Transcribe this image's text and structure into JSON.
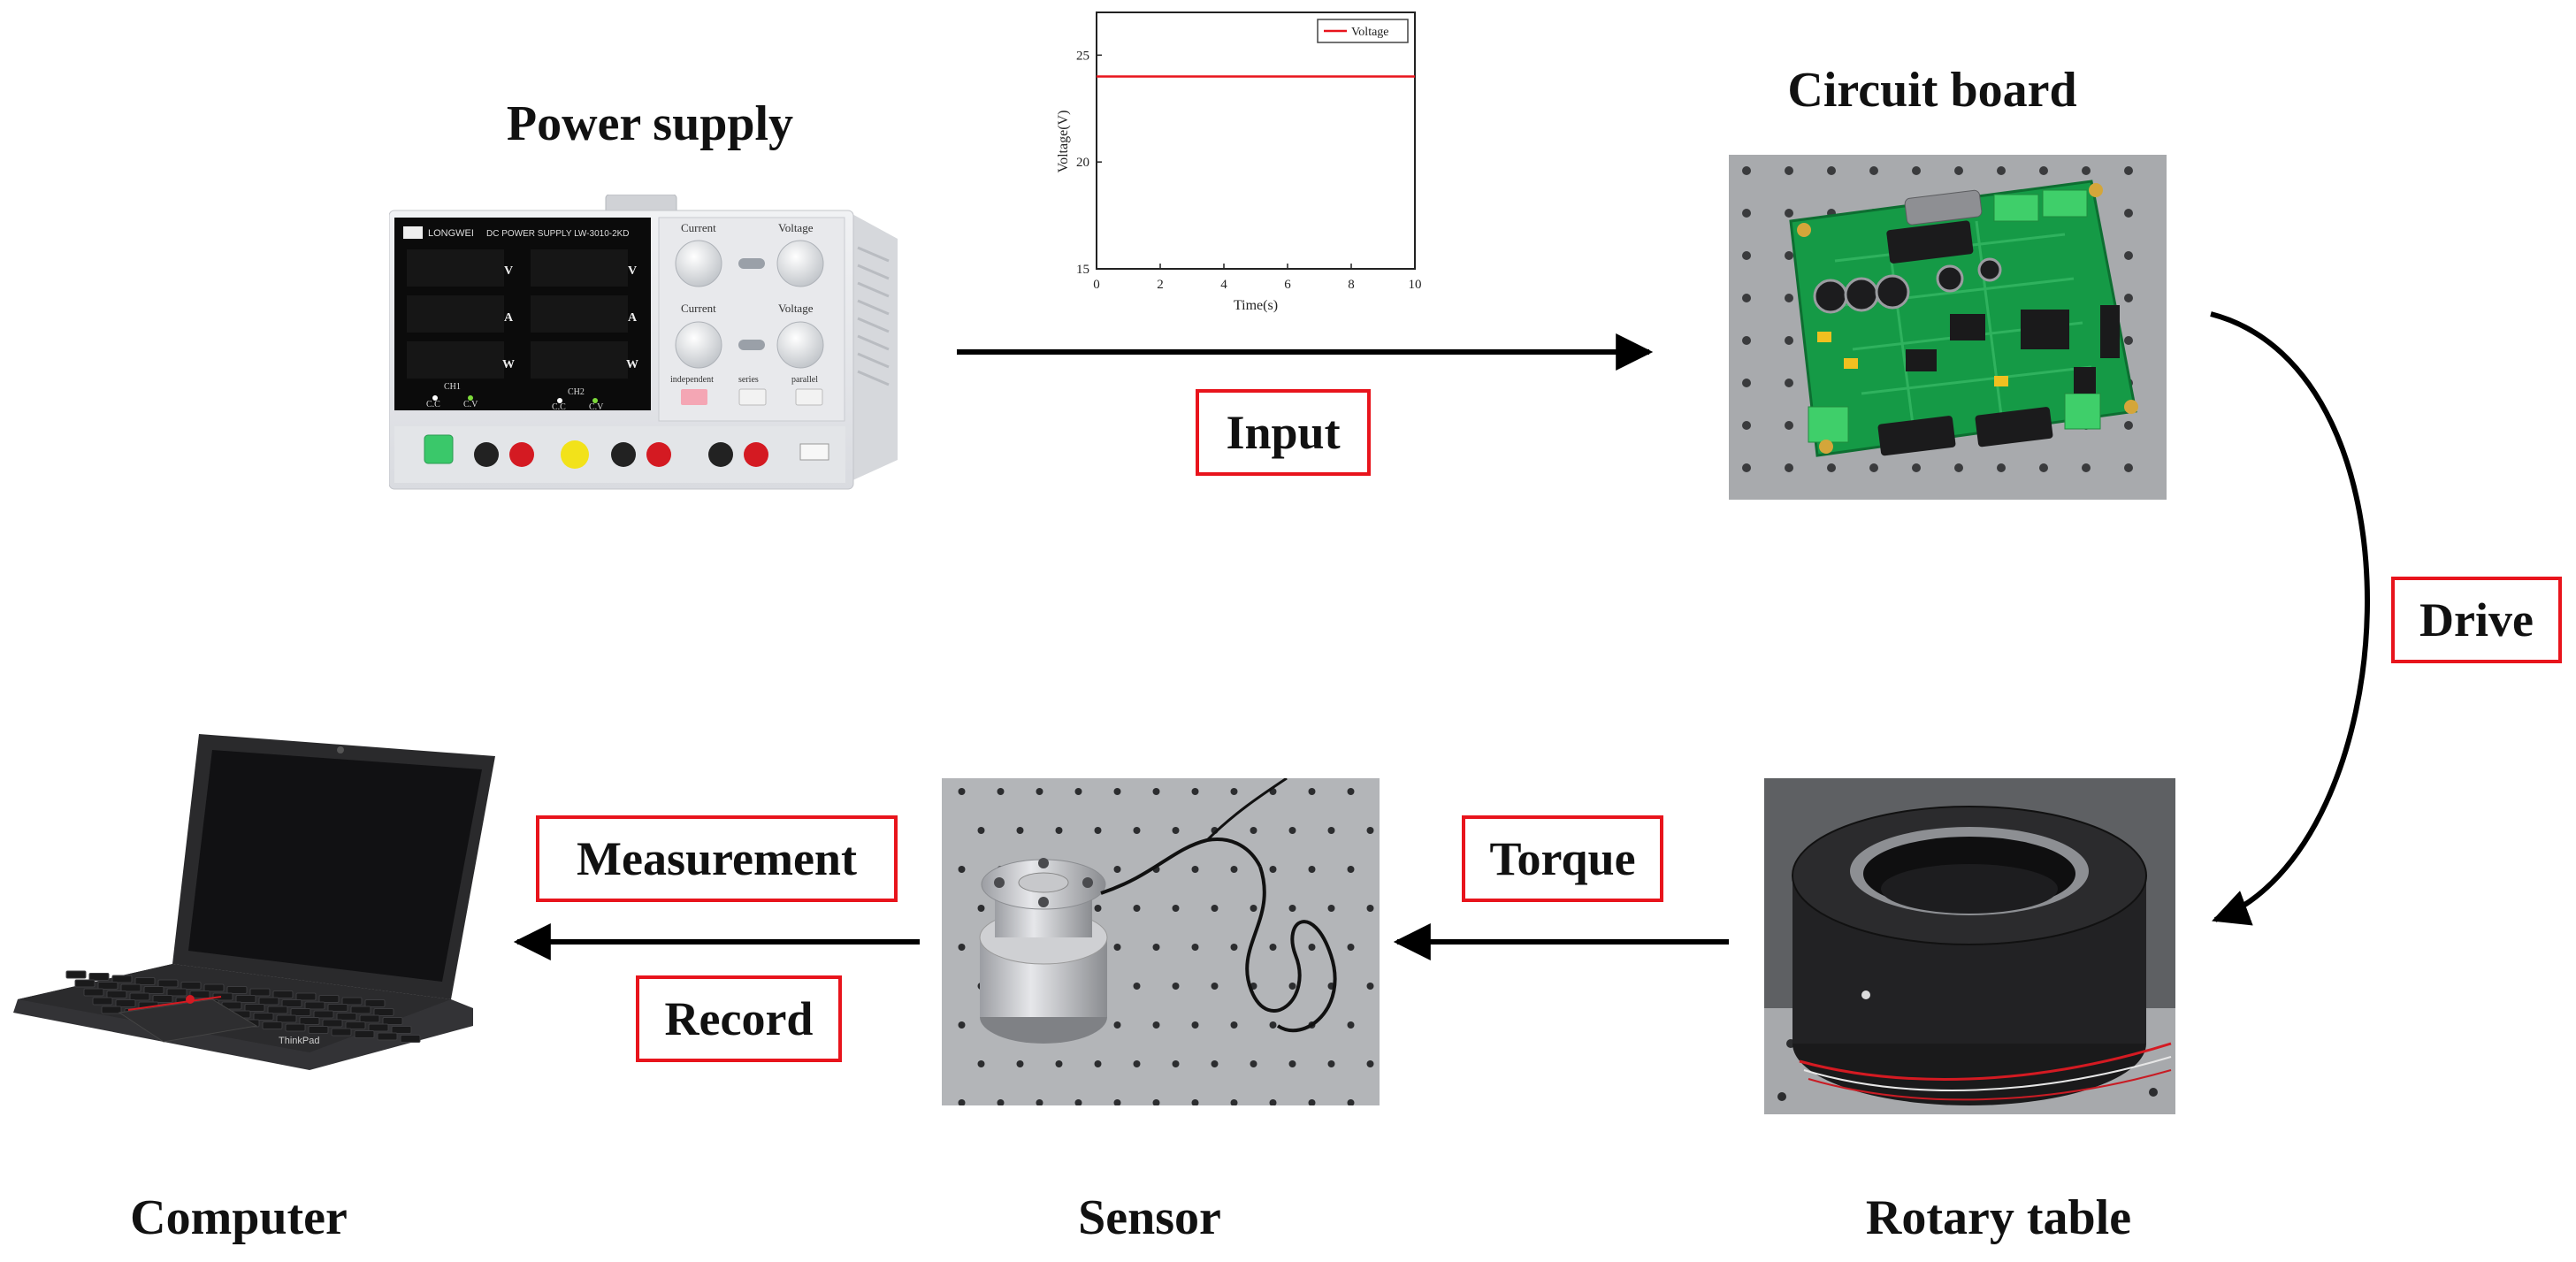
{
  "titles": {
    "power_supply": "Power supply",
    "circuit_board": "Circuit board",
    "computer": "Computer",
    "sensor": "Sensor",
    "rotary_table": "Rotary table"
  },
  "labels": {
    "input": "Input",
    "drive": "Drive",
    "torque": "Torque",
    "measurement": "Measurement",
    "record": "Record"
  },
  "power_supply_panel": {
    "brand": "LONGWEI",
    "model_text": "DC POWER SUPPLY  LW-3010-2KD",
    "unit_v": "V",
    "unit_a": "A",
    "unit_w": "W",
    "ch1": "CH1",
    "ch2": "CH2",
    "cc": "C.C",
    "cv": "C.V",
    "current": "Current",
    "voltage": "Voltage",
    "independent": "independent",
    "series": "series",
    "parallel": "parallel"
  },
  "laptop": {
    "brand": "ThinkPad"
  },
  "colors": {
    "label_border": "#e8141c",
    "series_line": "#e8141c"
  },
  "chart_data": {
    "type": "line",
    "xlabel": "Time(s)",
    "ylabel": "Voltage(V)",
    "xlim": [
      0,
      10
    ],
    "ylim": [
      15,
      27
    ],
    "x_ticks": [
      0,
      2,
      4,
      6,
      8,
      10
    ],
    "y_ticks": [
      15,
      20,
      25
    ],
    "legend": "top-right",
    "series": [
      {
        "name": "Voltage",
        "x": [
          0,
          10
        ],
        "y": [
          24,
          24
        ]
      }
    ]
  }
}
